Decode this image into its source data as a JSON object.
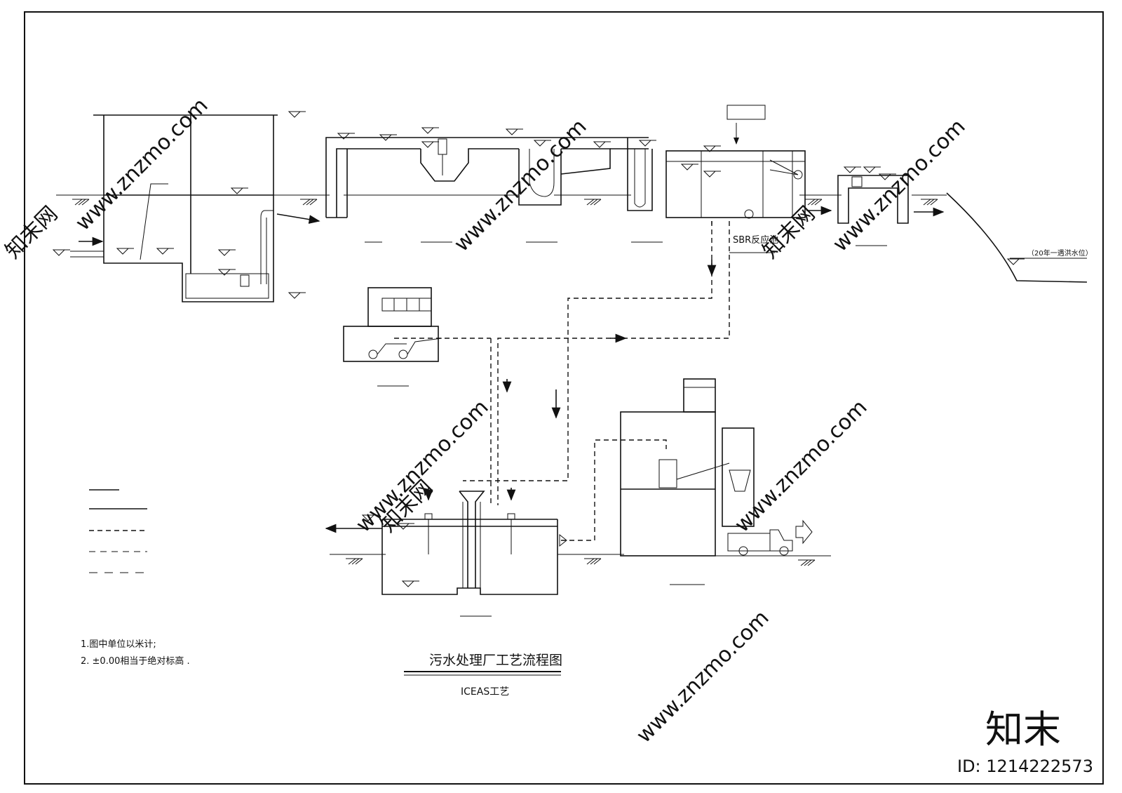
{
  "labels": {
    "sbr_reactor": "SBR反应池",
    "flood_level": "（20年一遇洪水位）",
    "note_1": "1.图中单位以米计;",
    "note_2": "2. ±0.00相当于绝对标高 .",
    "title": "污水处理厂工艺流程图",
    "subtitle": "ICEAS工艺"
  },
  "watermark": {
    "site": "www.znzmo.com",
    "brand": "知末网",
    "logo": "知末",
    "id": "ID: 1214222573"
  },
  "colors": {
    "line": "#111111",
    "watermark": "#cfcfcf",
    "background": "#ffffff"
  }
}
